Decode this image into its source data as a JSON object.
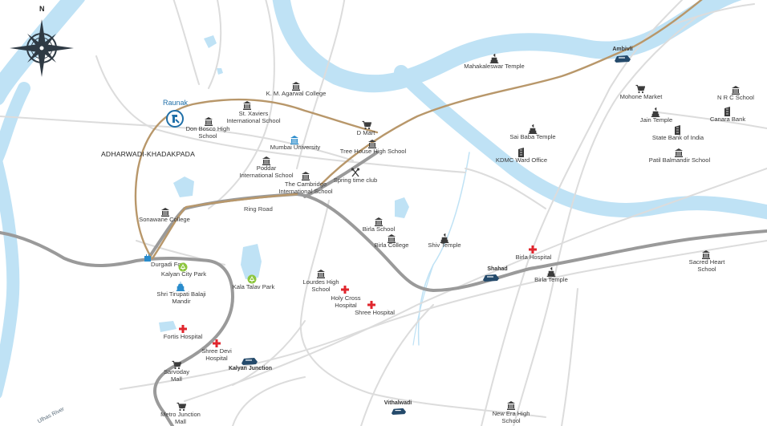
{
  "compass": {
    "north_label": "N"
  },
  "area": {
    "name": "ADHARWADI-KHADAKPADA"
  },
  "project": {
    "name": "Raunak"
  },
  "river": {
    "name": "Ulhas River"
  },
  "road": {
    "name": "Ring Road"
  },
  "stations": {
    "ambivli": "Ambivli",
    "shahad": "Shahad",
    "kalyan": "Kalyan Junction",
    "vithalwadi": "Vithalwadi"
  },
  "education": {
    "km_agarwal": "K. M. Agarwal College",
    "st_xaviers": "St. Xaviers\nInternational School",
    "don_bosco": "Don Bosco High\nSchool",
    "mumbai_univ": "Mumbai University",
    "tree_house": "Tree House High School",
    "poddar": "Poddar\nInternational School",
    "cambridge": "The Cambridge\nInternational School",
    "sonawane": "Sonawane College",
    "birla_school": "Birla School",
    "birla_college": "Birla College",
    "lourdes": "Lourdes High\nSchool",
    "nrc": "N R C School",
    "patil": "Patil Balmandir School",
    "sacred_heart": "Sacred Heart\nSchool",
    "new_era": "New Era High\nSchool"
  },
  "shopping": {
    "dmart": "D Mart",
    "mohone": "Mohone Market",
    "sarvoday": "Sarvoday\nMall",
    "metro": "Metro Junction\nMall"
  },
  "religious": {
    "mahakaleswar": "Mahakaleswar Temple",
    "sai_baba": "Sai Baba Temple",
    "jain": "Jain Temple",
    "shiv": "Shiv Temple",
    "birla_temple": "Birla Temple",
    "tirupati": "Shri Tirupati Balaji\nMandir"
  },
  "offices": {
    "kdmc": "KDMC Ward Office",
    "canara": "Canara Bank",
    "sbi": "State Bank of India"
  },
  "recreation": {
    "spring_time": "Spring time club",
    "durgadi": "Durgadi Fort",
    "kalyan_city_park": "Kalyan City Park",
    "kala_talav": "Kala Talav Park"
  },
  "health": {
    "birla_hospital": "Birla Hospital",
    "holy_cross": "Holy Cross\nHospital",
    "shree": "Shree Hospital",
    "fortis": "Fortis Hospital",
    "shree_devi": "Shree Devi\nHospital"
  },
  "colors": {
    "water": "#bfe2f5",
    "major_road": "#9a9a9a",
    "minor_road": "#d8d8d8",
    "ring_road": "#b8976a",
    "hospital": "#e0262d",
    "park": "#8dc63f",
    "station": "#244a6b",
    "icon": "#3c3c3c"
  }
}
